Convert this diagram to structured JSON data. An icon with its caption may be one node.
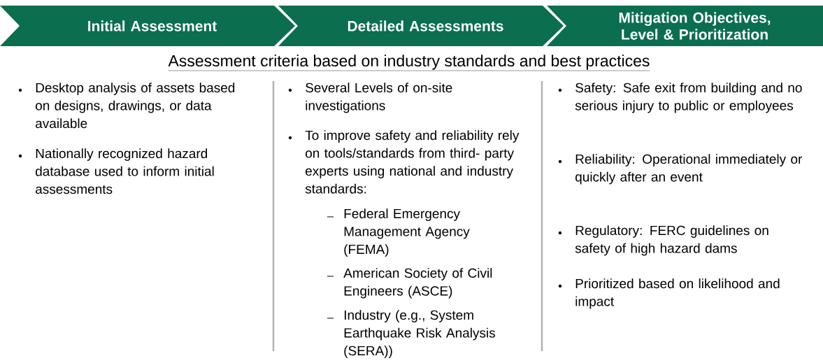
{
  "diagram": {
    "nodes": [
      {
        "text": [
          "Initial Assessment"
        ]
      },
      {
        "text": [
          "Detailed Assessments"
        ]
      },
      {
        "text": [
          "Mitigation Objectives, Level & Prioritization"
        ]
      }
    ],
    "labels": [
      "Assessment criteria based on industry standards and best practices",
      "Desktop analysis of assets based on designs, drawings, or data available",
      "Nationally recognized hazard database used to inform initial assessments",
      "Several Levels of on-site investigations",
      "To improve safety and reliability rely on tools/standards from third- party experts using national and industry standards:",
      "Federal Emergency Management Agency (FEMA)",
      "American Society of Civil Engineers (ASCE)",
      "Industry (e.g., System Earthquake Risk Analysis (SERA))",
      "Safety:  Safe exit from building and no serious injury to public or employees",
      "Reliability:  Operational immediately or quickly after an event",
      "Regulatory: FERC guidelines on safety of high hazard dams",
      "Prioritized based on likelihood and impact"
    ]
  }
}
